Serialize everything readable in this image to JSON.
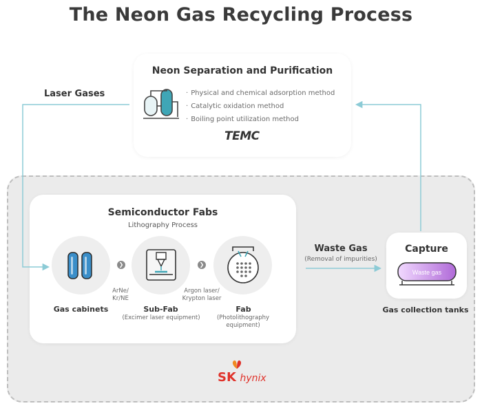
{
  "title": "The Neon Gas Recycling Process",
  "neon_separation": {
    "title": "Neon Separation and Purification",
    "methods": [
      "Physical and chemical adsorption method",
      "Catalytic oxidation method",
      "Boiling point utilization method"
    ],
    "logo_text": "TEMC"
  },
  "laser_gases_label": "Laser Gases",
  "semiconductor_fabs": {
    "title": "Semiconductor Fabs",
    "subtitle": "Lithography Process",
    "gas_cabinets": "Gas cabinets",
    "gas_mix_1": [
      "ArNe/",
      "Kr/NE"
    ],
    "sub_fab": "Sub-Fab",
    "sub_fab_desc": "(Excimer laser equipment)",
    "gas_mix_2": [
      "Argon laser/",
      "Krypton laser"
    ],
    "fab": "Fab",
    "fab_desc": [
      "(Photolithography",
      "equipment)"
    ]
  },
  "waste_gas": {
    "label": "Waste Gas",
    "sublabel": "(Removal of impurities)"
  },
  "capture": {
    "title": "Capture",
    "tank_label": "Waste gas",
    "caption": "Gas collection tanks"
  },
  "brand": {
    "sk": "SK",
    "hynix": "hynix"
  },
  "colors": {
    "flow_line": "#8ccbd6",
    "icon_teal": "#3fa6b6",
    "icon_blue": "#3a8ec9",
    "tank_purple": "#b06ad8",
    "hynix_red": "#e0322a",
    "hynix_orange": "#f08a22",
    "zone_bg": "#ebebeb"
  },
  "icons": [
    "tanks-purification-icon",
    "gas-cylinders-icon",
    "laser-equipment-icon",
    "wafer-icon",
    "gas-tank-icon",
    "hynix-butterfly-icon",
    "arrow-right-icon"
  ]
}
